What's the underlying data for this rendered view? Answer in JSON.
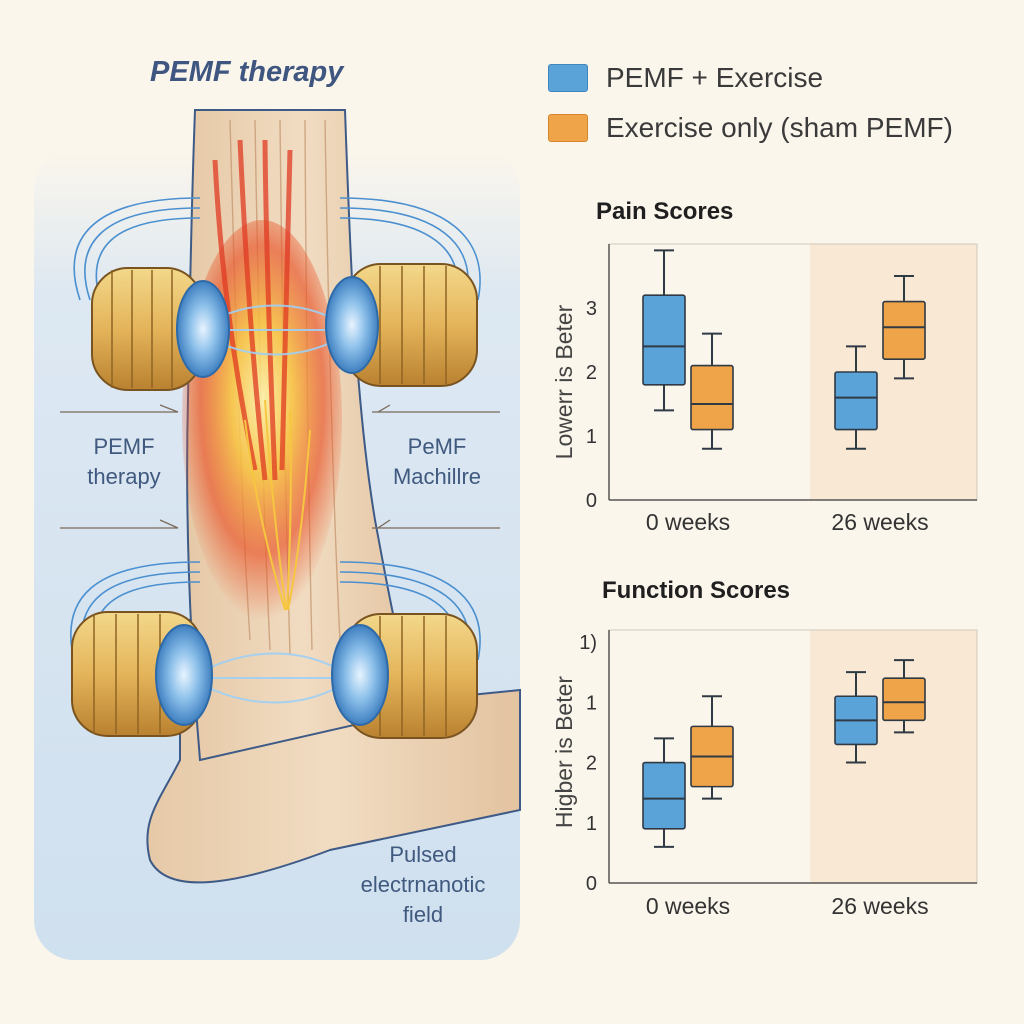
{
  "illustration": {
    "title": "PEMF therapy",
    "label_left": "PEMF\ntherapy",
    "label_right": "PeMF\nMachillre",
    "label_bottom": "Pulsed\nelectrnanotic\nfield"
  },
  "colors": {
    "pemf": "#5aa3d8",
    "sham": "#f0a44a",
    "highlight": "#f9e8d4"
  },
  "legend": [
    {
      "label": "PEMF + Exercise",
      "color": "#5aa3d8"
    },
    {
      "label": "Exercise only (sham PEMF)",
      "color": "#f0a44a"
    }
  ],
  "chart_data": [
    {
      "type": "box",
      "title": "Pain Scores",
      "ylabel": "Lowerr is Beter",
      "categories": [
        "0 weeks",
        "26 weeks"
      ],
      "ylim": [
        0,
        4
      ],
      "yticks": [
        {
          "v": 0,
          "label": "0"
        },
        {
          "v": 1,
          "label": "1"
        },
        {
          "v": 2,
          "label": "2"
        },
        {
          "v": 3,
          "label": "3"
        }
      ],
      "shaded_category": "26 weeks",
      "series": [
        {
          "key": "pemf",
          "boxes": [
            {
              "category": "0 weeks",
              "min": 1.4,
              "q1": 1.8,
              "median": 2.4,
              "q3": 3.2,
              "max": 3.9
            },
            {
              "category": "26 weeks",
              "min": 0.8,
              "q1": 1.1,
              "median": 1.6,
              "q3": 2.0,
              "max": 2.4
            }
          ]
        },
        {
          "key": "sham",
          "boxes": [
            {
              "category": "0 weeks",
              "min": 0.8,
              "q1": 1.1,
              "median": 1.5,
              "q3": 2.1,
              "max": 2.6
            },
            {
              "category": "26 weeks",
              "min": 1.9,
              "q1": 2.2,
              "median": 2.7,
              "q3": 3.1,
              "max": 3.5
            }
          ]
        }
      ]
    },
    {
      "type": "box",
      "title": "Function Scores",
      "ylabel": "Higber is Beter",
      "categories": [
        "0 weeks",
        "26 weeks"
      ],
      "ylim": [
        0,
        4.2
      ],
      "yticks": [
        {
          "v": 0,
          "label": "0"
        },
        {
          "v": 1,
          "label": "1"
        },
        {
          "v": 2,
          "label": "2"
        },
        {
          "v": 3,
          "label": "1"
        },
        {
          "v": 4,
          "label": "1)"
        }
      ],
      "shaded_category": "26 weeks",
      "series": [
        {
          "key": "pemf",
          "boxes": [
            {
              "category": "0 weeks",
              "min": 0.6,
              "q1": 0.9,
              "median": 1.4,
              "q3": 2.0,
              "max": 2.4
            },
            {
              "category": "26 weeks",
              "min": 2.0,
              "q1": 2.3,
              "median": 2.7,
              "q3": 3.1,
              "max": 3.5
            }
          ]
        },
        {
          "key": "sham",
          "boxes": [
            {
              "category": "0 weeks",
              "min": 1.4,
              "q1": 1.6,
              "median": 2.1,
              "q3": 2.6,
              "max": 3.1
            },
            {
              "category": "26 weeks",
              "min": 2.5,
              "q1": 2.7,
              "median": 3.0,
              "q3": 3.4,
              "max": 3.7
            }
          ]
        }
      ]
    }
  ]
}
